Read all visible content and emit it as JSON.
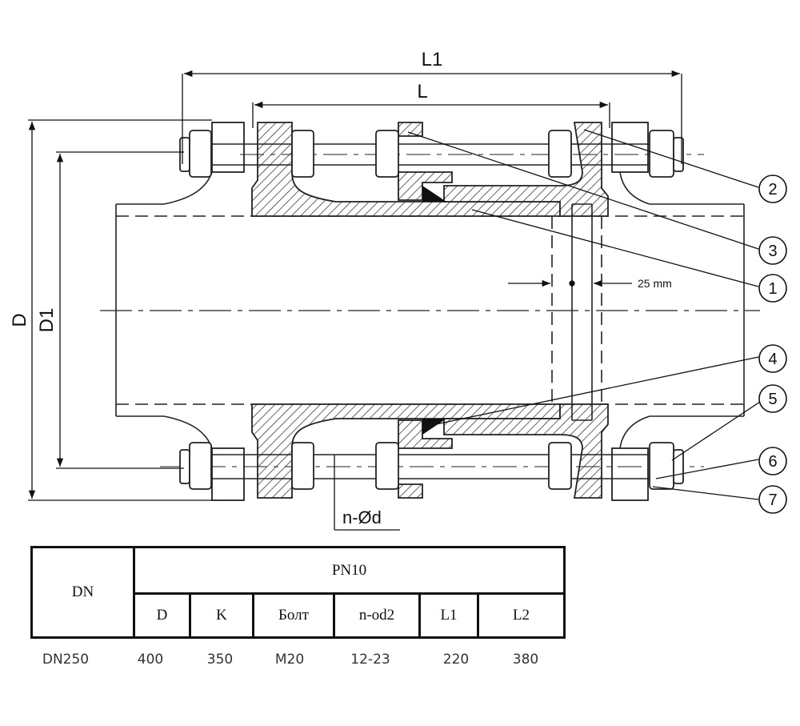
{
  "dimensions": {
    "L1": "L1",
    "L": "L",
    "D": "D",
    "D1": "D1",
    "gap": "25 mm",
    "hole": "n-Ød"
  },
  "callouts": [
    "2",
    "3",
    "1",
    "4",
    "5",
    "6",
    "7"
  ],
  "table": {
    "dn_header": "DN",
    "pn_header": "PN10",
    "columns": [
      "D",
      "K",
      "Болт",
      "n-od2",
      "L1",
      "L2"
    ],
    "row": {
      "dn": "DN250",
      "values": [
        "400",
        "350",
        "M20",
        "12-23",
        "220",
        "380"
      ]
    }
  }
}
